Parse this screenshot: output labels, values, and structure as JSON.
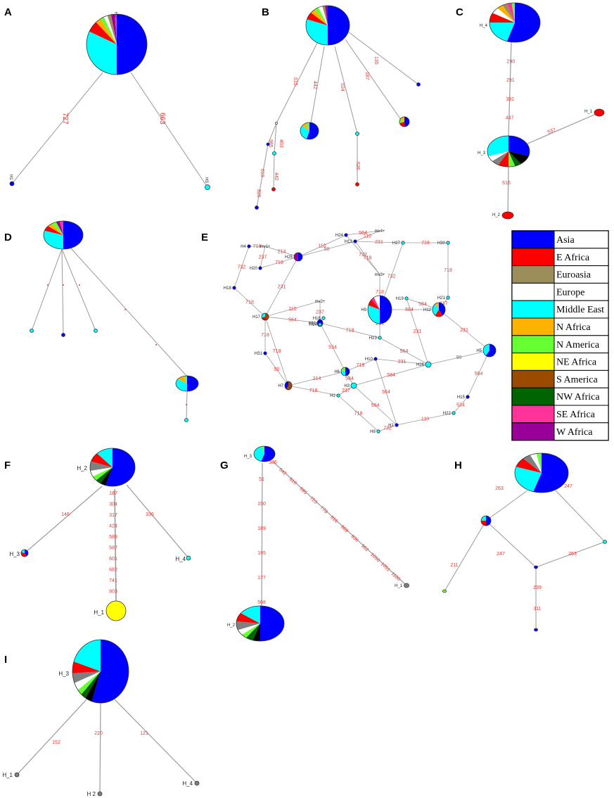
{
  "colors": {
    "Asia": "#0000ff",
    "E Africa": "#ff0000",
    "Euroasia": "#9b8e5a",
    "Europe": "#ffffff",
    "Middle East": "#00ffff",
    "N Africa": "#ffb300",
    "N America": "#66ff33",
    "NE Africa": "#ffff00",
    "S America": "#9b4a00",
    "NW Africa": "#006400",
    "SE Africa": "#ff3399",
    "W Africa": "#990099",
    "Other": "#808080",
    "Black": "#000000"
  },
  "legend": [
    "Asia",
    "E Africa",
    "Euroasia",
    "Europe",
    "Middle East",
    "N Africa",
    "N America",
    "NE Africa",
    "S America",
    "NW Africa",
    "SE Africa",
    "W Africa"
  ],
  "panels": [
    {
      "label": "A",
      "nodes": [
        {
          "label": "H2",
          "slices": {
            "Asia": 50,
            "Middle East": 32,
            "E Africa": 6,
            "N Africa": 3,
            "N America": 2,
            "Europe": 2,
            "Euroasia": 2,
            "W Africa": 2,
            "SE Africa": 1
          }
        },
        {
          "label": "H1",
          "slices": {
            "Asia": 1
          }
        },
        {
          "label": "H3",
          "slices": {
            "Middle East": 1
          }
        }
      ],
      "edges": [
        {
          "label": "727"
        },
        {
          "label": "663"
        }
      ]
    },
    {
      "label": "B",
      "nodes": [
        {
          "label": "",
          "slices": {
            "Asia": 50,
            "Middle East": 30,
            "E Africa": 6,
            "N Africa": 4,
            "N America": 3,
            "Europe": 3,
            "Euroasia": 2,
            "W Africa": 2
          }
        },
        {
          "label": "",
          "slices": {
            "Asia": 55,
            "Middle East": 30,
            "N Africa": 8,
            "N America": 7
          }
        },
        {
          "label": "",
          "slices": {
            "Asia": 50,
            "E Africa": 20,
            "N America": 15,
            "N Africa": 15
          }
        },
        {
          "label": "",
          "slices": {
            "Middle East": 1
          }
        },
        {
          "label": "",
          "slices": {
            "E Africa": 1
          }
        },
        {
          "label": "",
          "slices": {
            "Asia": 1
          }
        },
        {
          "label": "",
          "slices": {
            "Middle East": 1
          }
        },
        {
          "label": "",
          "slices": {
            "Asia": 1
          }
        },
        {
          "label": "",
          "slices": {
            "E Africa": 1
          }
        },
        {
          "label": "",
          "slices": {
            "Asia": 1
          }
        },
        {
          "label": "",
          "slices": {
            "Europe": 1
          }
        },
        {
          "label": "",
          "slices": {
            "Europe": 1
          }
        }
      ],
      "edges": [
        {
          "label": "615"
        },
        {
          "label": "442"
        },
        {
          "label": "524"
        },
        {
          "label": "187"
        },
        {
          "label": "135"
        },
        {
          "label": "626"
        },
        {
          "label": "985"
        },
        {
          "label": "403"
        },
        {
          "label": "442"
        },
        {
          "label": "619"
        },
        {
          "label": "826"
        }
      ]
    },
    {
      "label": "C",
      "nodes": [
        {
          "label": "H_4",
          "slices": {
            "Asia": 55,
            "Middle East": 20,
            "E Africa": 8,
            "Europe": 5,
            "N Africa": 4,
            "Euroasia": 3,
            "SE Africa": 3,
            "N America": 2
          }
        },
        {
          "label": "H_3",
          "slices": {
            "Asia": 30,
            "Black": 10,
            "NW Africa": 5,
            "N America": 5,
            "E Africa": 8,
            "Other": 6,
            "Europe": 6,
            "Middle East": 30
          }
        },
        {
          "label": "H_1",
          "slices": {
            "E Africa": 1
          }
        },
        {
          "label": "H_2",
          "slices": {
            "E Africa": 1
          }
        }
      ],
      "edges": [
        {
          "label": "290"
        },
        {
          "label": "291"
        },
        {
          "label": "391"
        },
        {
          "label": "447"
        },
        {
          "label": "537"
        },
        {
          "label": "616"
        }
      ]
    },
    {
      "label": "D",
      "nodes": [
        {
          "label": "",
          "slices": {
            "Asia": 50,
            "Middle East": 30,
            "E Africa": 6,
            "N Africa": 4,
            "N America": 4,
            "W Africa": 3,
            "SE Africa": 3
          }
        },
        {
          "label": "",
          "slices": {
            "Asia": 50,
            "Middle East": 35,
            "N Africa": 10,
            "N America": 5
          }
        },
        {
          "label": "",
          "slices": {
            "Middle East": 1
          }
        },
        {
          "label": "",
          "slices": {
            "Asia": 1
          }
        },
        {
          "label": "",
          "slices": {
            "Middle East": 1
          }
        },
        {
          "label": "",
          "slices": {
            "Middle East": 1
          }
        }
      ],
      "edges": []
    },
    {
      "label": "E",
      "nodes": [
        {
          "label": "H24"
        },
        {
          "label": "H4"
        },
        {
          "label": "H25"
        },
        {
          "label": "H20"
        },
        {
          "label": "H18"
        },
        {
          "label": "H13"
        },
        {
          "label": "H27"
        },
        {
          "label": "H30"
        },
        {
          "label": "H17"
        },
        {
          "label": "H11"
        },
        {
          "label": "H19"
        },
        {
          "label": "H21"
        },
        {
          "label": "H12"
        },
        {
          "label": "H31"
        },
        {
          "label": "H23"
        },
        {
          "label": "H10"
        },
        {
          "label": "H26"
        },
        {
          "label": "H5"
        },
        {
          "label": "H6"
        },
        {
          "label": "H3"
        },
        {
          "label": "H7"
        },
        {
          "label": "H2"
        },
        {
          "label": "H15"
        },
        {
          "label": "H22"
        },
        {
          "label": "H8"
        },
        {
          "label": "H1"
        },
        {
          "label": "H9"
        },
        {
          "label": "H16"
        },
        {
          "label": "H14"
        }
      ],
      "median_vectors": [
        "mv1+",
        "mv2+",
        "mv3+",
        "mv4+"
      ]
    },
    {
      "label": "F",
      "nodes": [
        {
          "label": "H_2",
          "slices": {
            "Asia": 55,
            "Black": 4,
            "NW Africa": 4,
            "N America": 4,
            "Europe": 5,
            "Other": 8,
            "E Africa": 8,
            "Middle East": 12
          }
        },
        {
          "label": "H_3",
          "slices": {
            "Asia": 40,
            "E Africa": 40,
            "Middle East": 20
          }
        },
        {
          "label": "H_4",
          "slices": {
            "Middle East": 1
          }
        },
        {
          "label": "H_1",
          "slices": {
            "NE Africa": 1
          }
        }
      ],
      "edges": [
        {
          "label": "146"
        },
        {
          "label": "187"
        },
        {
          "label": "304"
        },
        {
          "label": "317"
        },
        {
          "label": "424"
        },
        {
          "label": "588"
        },
        {
          "label": "587"
        },
        {
          "label": "601"
        },
        {
          "label": "682"
        },
        {
          "label": "741"
        },
        {
          "label": "803"
        },
        {
          "label": "336"
        }
      ]
    },
    {
      "label": "G",
      "nodes": [
        {
          "label": "H_3",
          "slices": {
            "Asia": 55,
            "Middle East": 40,
            "N America": 5
          }
        },
        {
          "label": "H_2",
          "slices": {
            "Asia": 50,
            "Black": 5,
            "NW Africa": 5,
            "N America": 4,
            "Europe": 5,
            "Other": 8,
            "E Africa": 8,
            "Middle East": 15
          }
        },
        {
          "label": "H_1",
          "slices": {
            "Other": 1
          }
        }
      ],
      "edges": [
        {
          "label": "51"
        },
        {
          "label": "150"
        },
        {
          "label": "189"
        },
        {
          "label": "195"
        },
        {
          "label": "177"
        },
        {
          "label": "568"
        },
        {
          "label": "542"
        },
        {
          "label": "616"
        },
        {
          "label": "695"
        },
        {
          "label": "723"
        },
        {
          "label": "779"
        },
        {
          "label": "816"
        },
        {
          "label": "869"
        },
        {
          "label": "936"
        },
        {
          "label": "962"
        },
        {
          "label": "1050"
        },
        {
          "label": "1051"
        },
        {
          "label": "1100"
        }
      ]
    },
    {
      "label": "H",
      "nodes": [
        {
          "label": "",
          "slices": {
            "Asia": 55,
            "Middle East": 25,
            "E Africa": 8,
            "Other": 5,
            "Europe": 4,
            "N America": 3
          }
        },
        {
          "label": "",
          "slices": {
            "Asia": 50,
            "E Africa": 25,
            "Middle East": 25
          }
        },
        {
          "label": "",
          "slices": {
            "Middle East": 1
          }
        },
        {
          "label": "",
          "slices": {
            "Asia": 1
          }
        },
        {
          "label": "",
          "slices": {
            "N America": 1
          }
        },
        {
          "label": "",
          "slices": {
            "Asia": 1
          }
        }
      ],
      "edges": [
        {
          "label": "263"
        },
        {
          "label": "247"
        },
        {
          "label": "247"
        },
        {
          "label": "263"
        },
        {
          "label": "211"
        },
        {
          "label": "239"
        },
        {
          "label": "311"
        }
      ]
    },
    {
      "label": "I",
      "nodes": [
        {
          "label": "H_3",
          "slices": {
            "Asia": 55,
            "Black": 4,
            "NW Africa": 3,
            "N America": 3,
            "Europe": 4,
            "Other": 5,
            "E Africa": 6,
            "Middle East": 20
          }
        },
        {
          "label": "H_1",
          "slices": {
            "Other": 1
          }
        },
        {
          "label": "H 2",
          "slices": {
            "Other": 1
          }
        },
        {
          "label": "H_4",
          "slices": {
            "Other": 1
          }
        }
      ],
      "edges": [
        {
          "label": "152"
        },
        {
          "label": "220"
        },
        {
          "label": "121"
        }
      ]
    }
  ]
}
